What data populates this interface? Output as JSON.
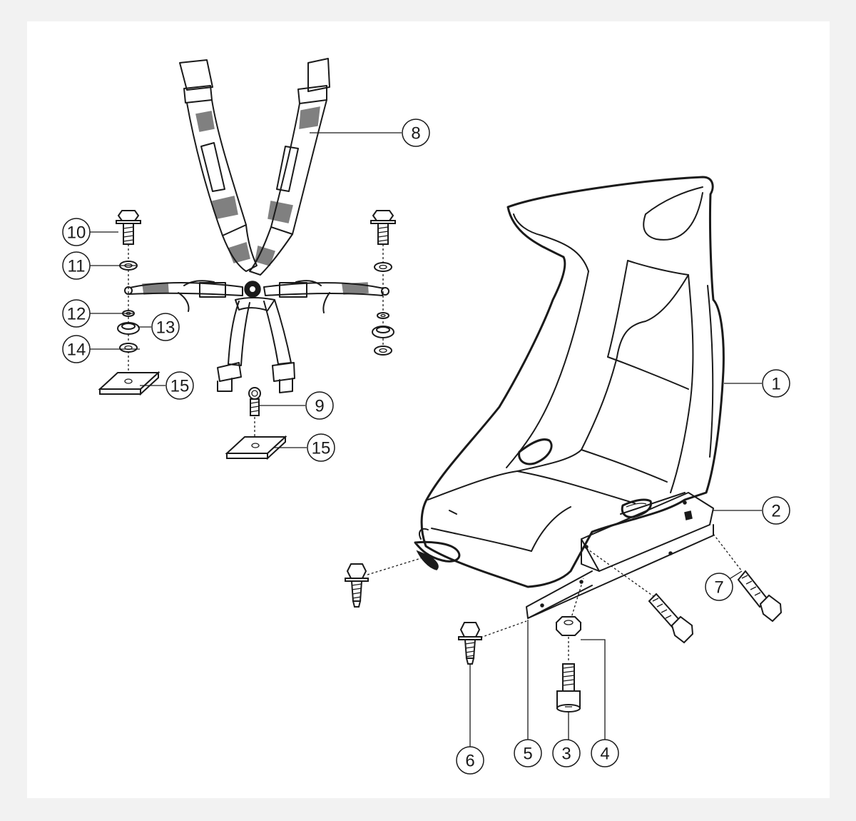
{
  "callouts": [
    {
      "id": "1",
      "label": "1"
    },
    {
      "id": "2",
      "label": "2"
    },
    {
      "id": "3",
      "label": "3"
    },
    {
      "id": "4",
      "label": "4"
    },
    {
      "id": "5",
      "label": "5"
    },
    {
      "id": "6",
      "label": "6"
    },
    {
      "id": "7",
      "label": "7"
    },
    {
      "id": "8",
      "label": "8"
    },
    {
      "id": "9",
      "label": "9"
    },
    {
      "id": "10",
      "label": "10"
    },
    {
      "id": "11",
      "label": "11"
    },
    {
      "id": "12",
      "label": "12"
    },
    {
      "id": "13",
      "label": "13"
    },
    {
      "id": "14",
      "label": "14"
    },
    {
      "id": "15a",
      "label": "15"
    },
    {
      "id": "15b",
      "label": "15"
    }
  ]
}
